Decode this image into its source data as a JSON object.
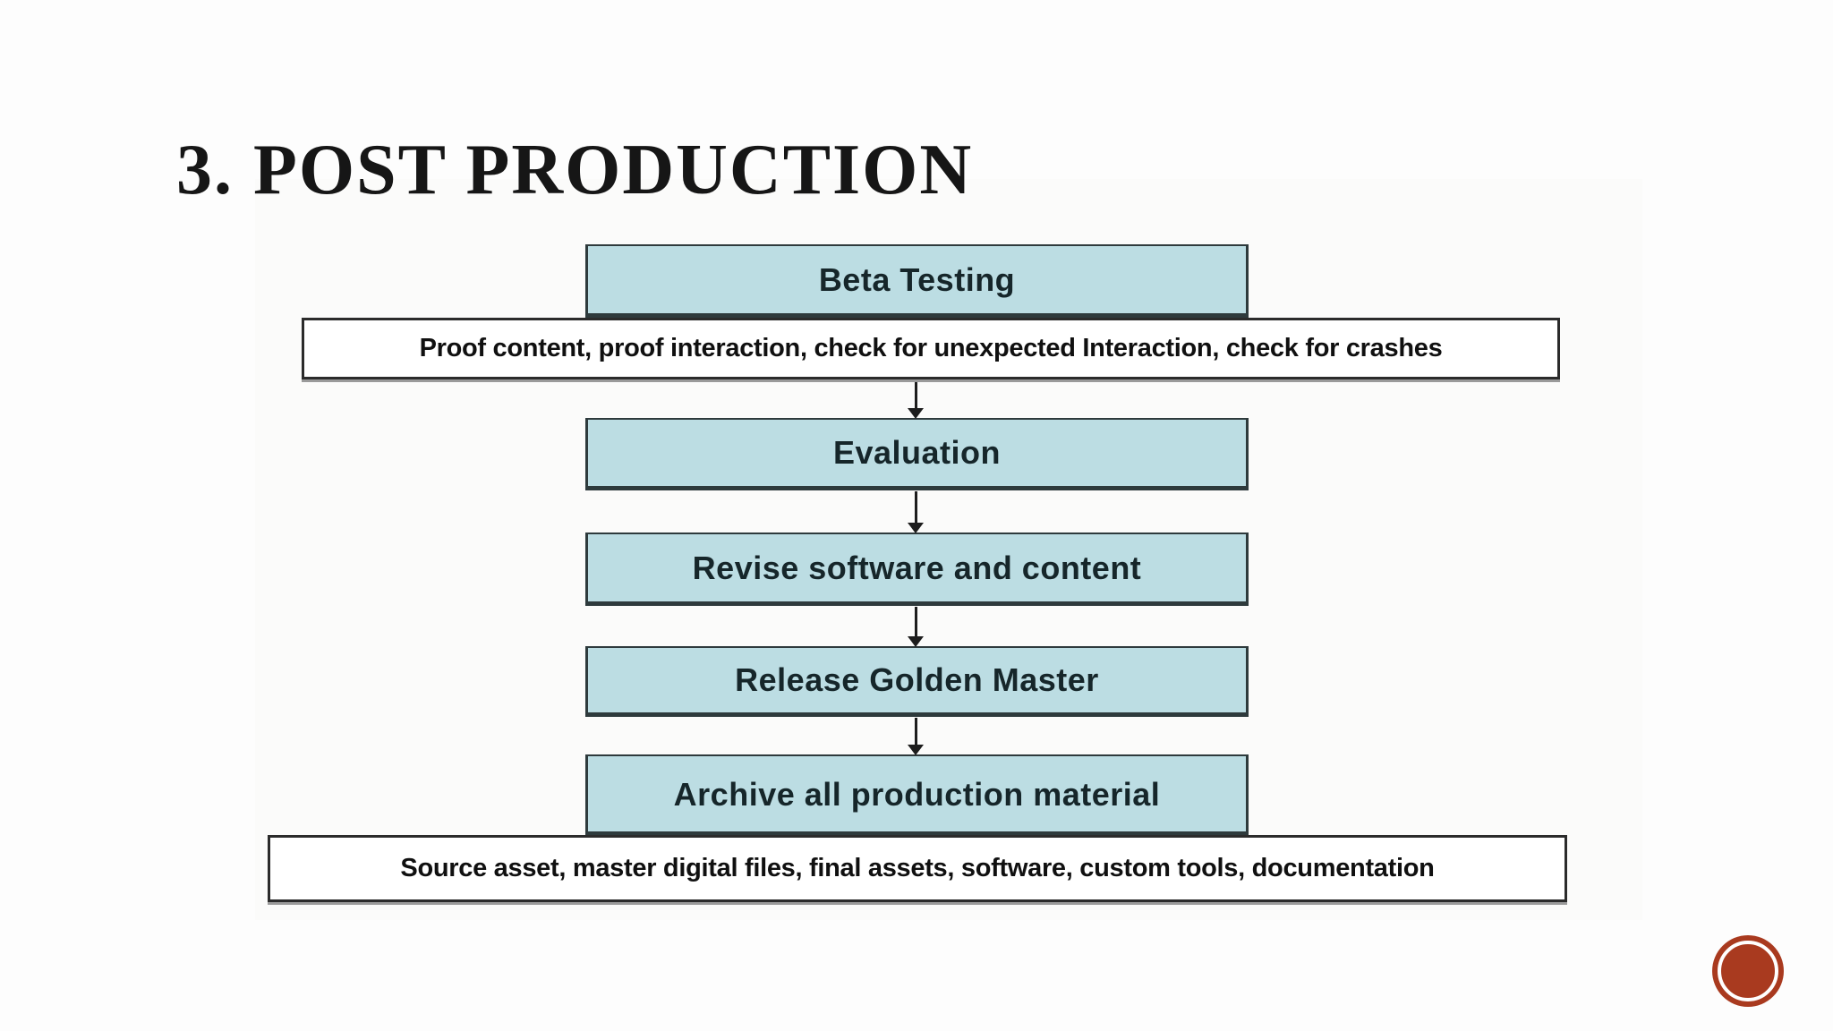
{
  "slide": {
    "title": "3. POST PRODUCTION"
  },
  "flowchart": {
    "steps": [
      {
        "id": "beta-testing",
        "label": "Beta Testing"
      },
      {
        "id": "evaluation",
        "label": "Evaluation"
      },
      {
        "id": "revise-software-and-content",
        "label": "Revise software and content"
      },
      {
        "id": "release-golden-master",
        "label": "Release Golden Master"
      },
      {
        "id": "archive-all-production-material",
        "label": "Archive all production material"
      }
    ],
    "notes": [
      {
        "id": "beta-testing-detail",
        "text": "Proof content, proof interaction, check for unexpected Interaction, check for crashes"
      },
      {
        "id": "archive-detail",
        "text": "Source asset, master digital files, final assets, software, custom tools, documentation"
      }
    ],
    "connector_count": 4,
    "colors": {
      "step_fill": "#bcdde3",
      "step_border": "#2e3a3c",
      "note_fill": "#ffffff",
      "note_border": "#2b2b2b",
      "arrow": "#1d1d1d"
    }
  },
  "decorations": {
    "corner_circle_color": "#a93a1f"
  }
}
